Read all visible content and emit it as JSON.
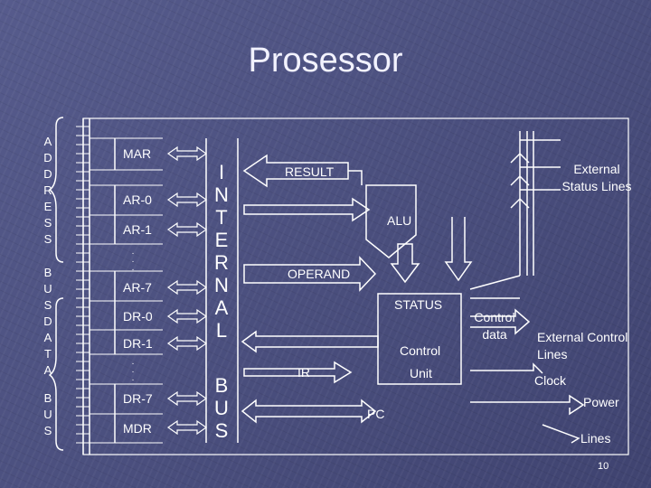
{
  "title": "Prosessor",
  "left_bus": {
    "address_letters": [
      "A",
      "D",
      "D",
      "R",
      "E",
      "S",
      "S"
    ],
    "address_bus_letters": [
      "B",
      "U",
      "S"
    ],
    "data_letters": [
      "D",
      "A",
      "T",
      "A"
    ],
    "data_bus_letters": [
      "B",
      "U",
      "S"
    ]
  },
  "registers": {
    "mar": "MAR",
    "ar0": "AR-0",
    "ar1": "AR-1",
    "ar7": "AR-7",
    "dr0": "DR-0",
    "dr1": "DR-1",
    "dr7": "DR-7",
    "mdr": "MDR"
  },
  "internal_bus": {
    "letters_top": [
      "I",
      "N",
      "T",
      "E",
      "R",
      "N",
      "A",
      "L"
    ],
    "letters_bottom": [
      "B",
      "U",
      "S"
    ]
  },
  "units": {
    "result": "RESULT",
    "alu": "ALU",
    "operand": "OPERAND",
    "status": "STATUS",
    "ir": "IR",
    "control": "Control",
    "unit": "Unit",
    "pc": "PC"
  },
  "signals": {
    "external_status": "External Status Lines",
    "control_data": "Control data",
    "external_control": "External Control Lines",
    "clock": "Clock",
    "power": "Power",
    "lines": "Lines"
  },
  "page_number": "10"
}
